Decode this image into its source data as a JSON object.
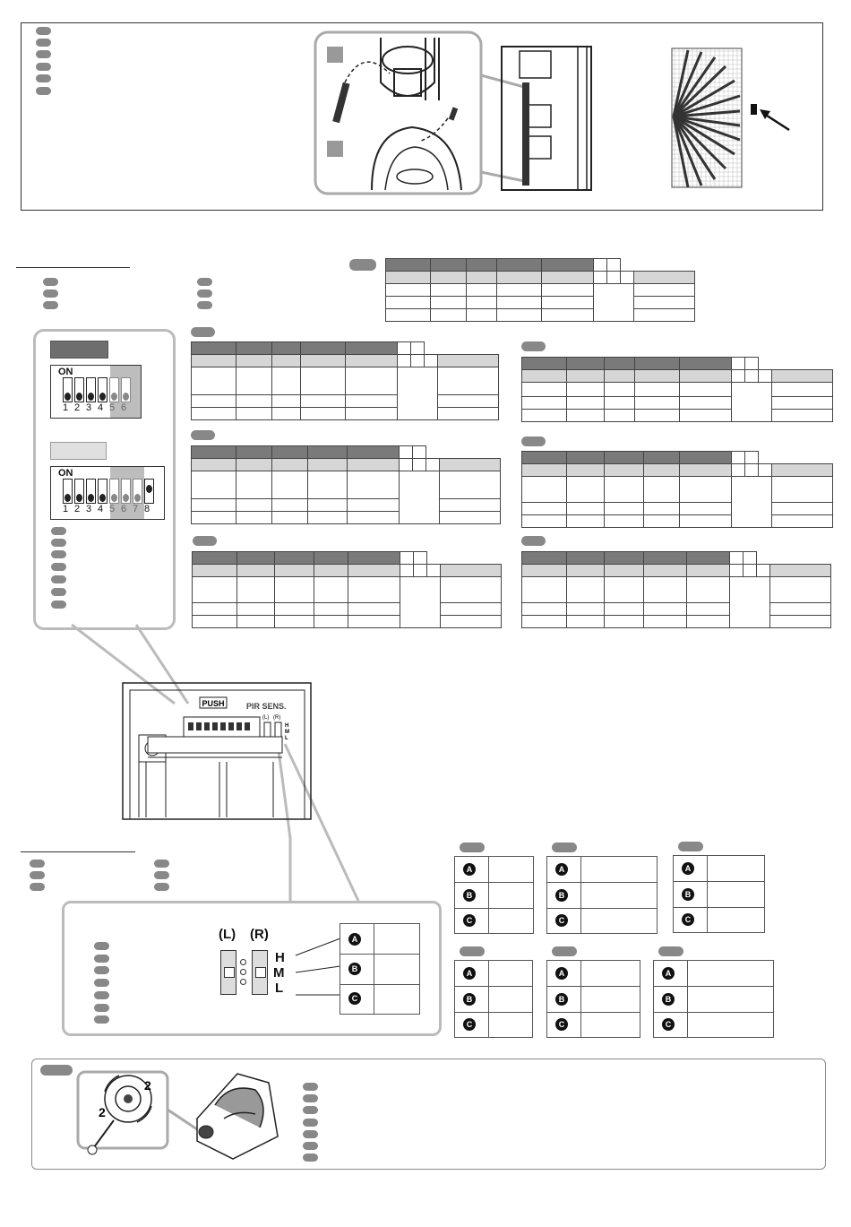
{
  "switch_block_1": {
    "on_label": "ON",
    "numbers": [
      "1",
      "2",
      "3",
      "4",
      "5",
      "6"
    ]
  },
  "switch_block_2": {
    "on_label": "ON",
    "numbers": [
      "1",
      "2",
      "3",
      "4",
      "5",
      "6",
      "7",
      "8"
    ]
  },
  "push_label": "PUSH",
  "pir_sens_label": "PIR SENS.",
  "pir_lr_small": [
    "(L)",
    "(R)"
  ],
  "sens_levels_small": [
    "H",
    "M",
    "L"
  ],
  "lr_labels": [
    "(L)",
    "(R)"
  ],
  "sens_levels": [
    "H",
    "M",
    "L"
  ],
  "abc_letters": [
    "A",
    "B",
    "C"
  ],
  "rotation_marks": [
    "2",
    "2"
  ]
}
